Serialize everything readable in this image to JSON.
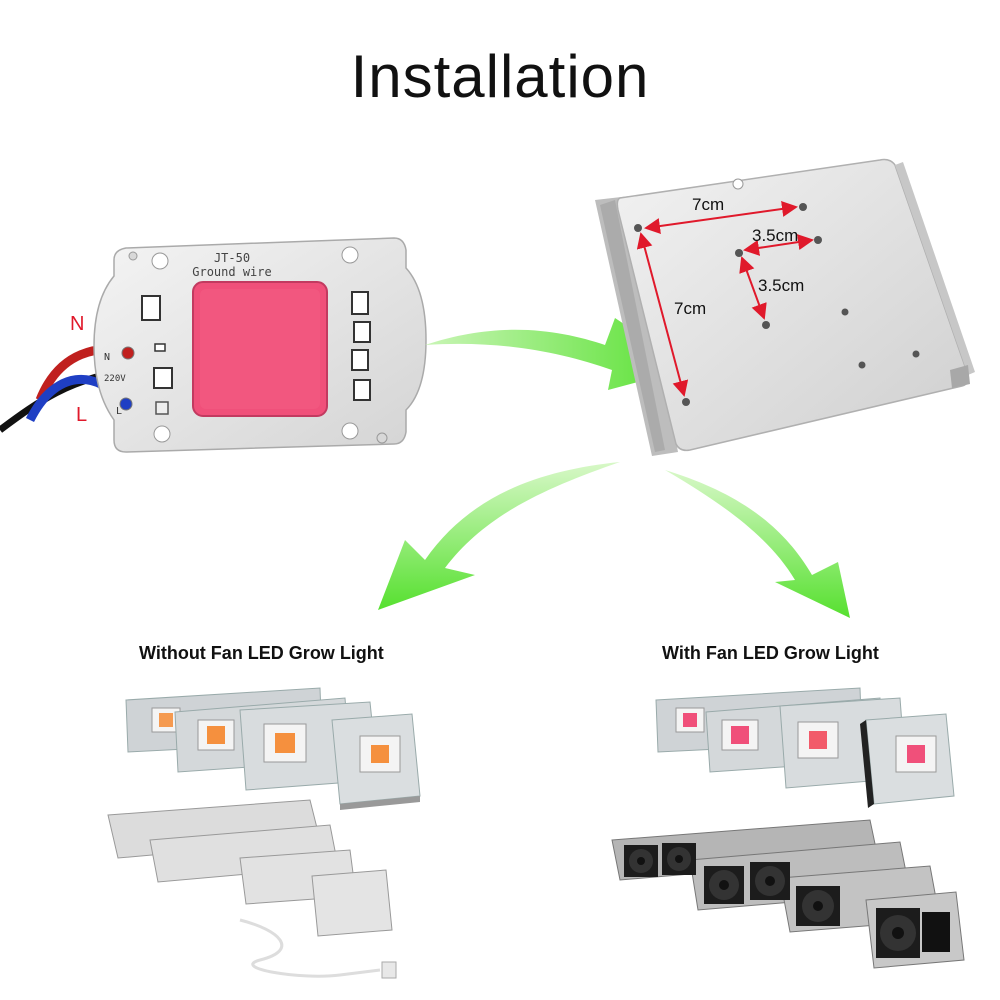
{
  "title": "Installation",
  "led_module": {
    "model": "JT-50",
    "ground_label": "Ground wire",
    "voltage": "220V",
    "pin_n": "N",
    "pin_l": "L",
    "wire_label_n": "N",
    "wire_label_l": "L"
  },
  "heatsink": {
    "dim_top": "7cm",
    "dim_small_h": "3.5cm",
    "dim_small_v": "3.5cm",
    "dim_left": "7cm"
  },
  "captions": {
    "without_fan": "Without Fan LED Grow Light",
    "with_fan": "With Fan LED Grow Light"
  },
  "colors": {
    "arrow_green": "#5fe43a",
    "led_red": "#f0507a",
    "dimension_red": "#e0192b",
    "wire_red": "#d0211f",
    "wire_blue": "#1f3fc4"
  }
}
